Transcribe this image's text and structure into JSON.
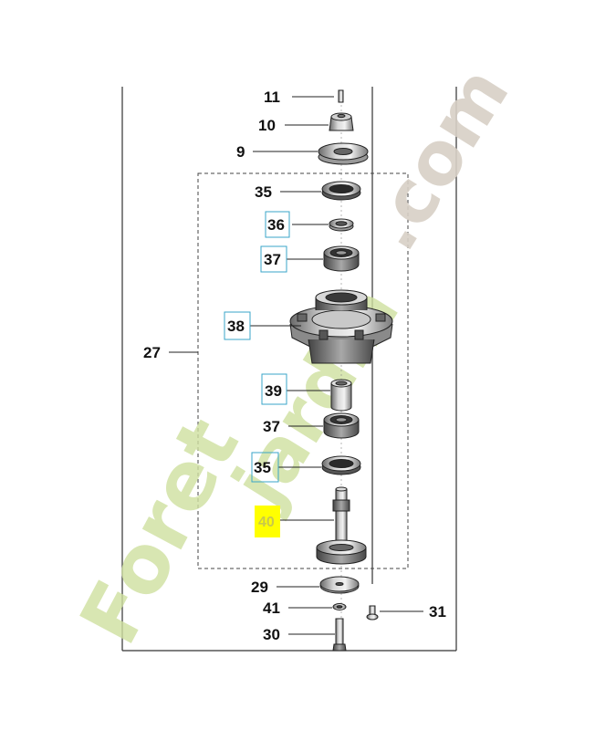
{
  "diagram": {
    "labels": {
      "p11": "11",
      "p10": "10",
      "p9": "9",
      "p35a": "35",
      "p36": "36",
      "p37a": "37",
      "p38": "38",
      "p27": "27",
      "p39": "39",
      "p37b": "37",
      "p35b": "35",
      "p40": "40",
      "p29": "29",
      "p41": "41",
      "p30": "30",
      "p31": "31"
    },
    "highlight_color": "#ffff00",
    "box_color": "#3aa6c8"
  },
  "watermark": {
    "part1": "Foret",
    "part2": "jardin",
    "part3": ".com"
  }
}
